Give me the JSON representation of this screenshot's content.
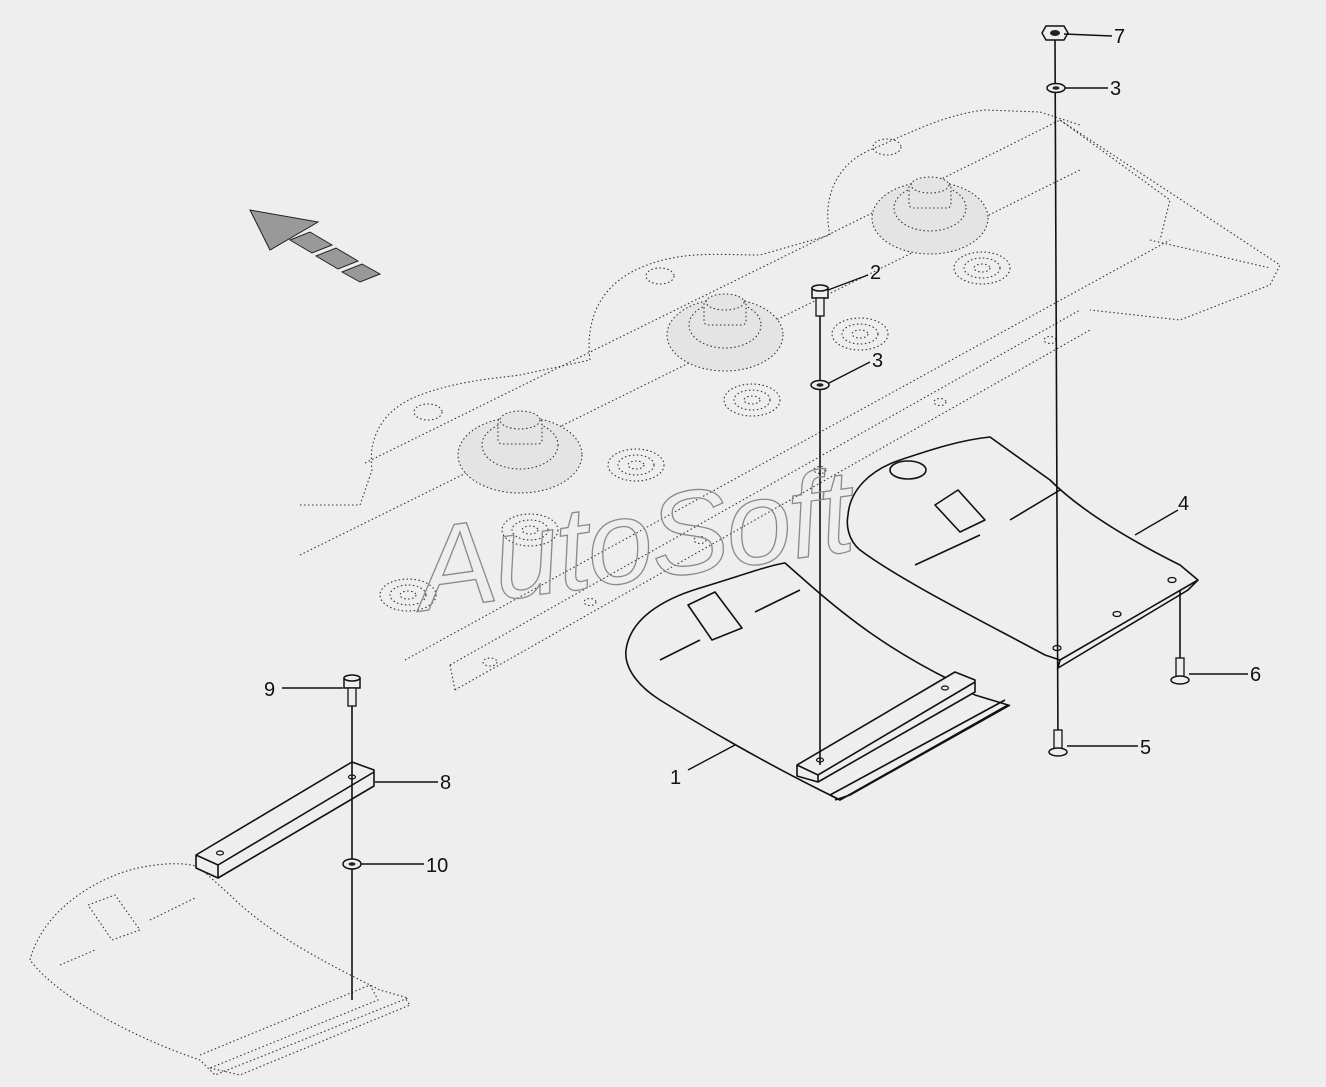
{
  "watermark": "AutoSoft",
  "callouts": [
    {
      "id": "7",
      "label": "7"
    },
    {
      "id": "3a",
      "label": "3"
    },
    {
      "id": "2",
      "label": "2"
    },
    {
      "id": "3b",
      "label": "3"
    },
    {
      "id": "4",
      "label": "4"
    },
    {
      "id": "6",
      "label": "6"
    },
    {
      "id": "5",
      "label": "5"
    },
    {
      "id": "1",
      "label": "1"
    },
    {
      "id": "9",
      "label": "9"
    },
    {
      "id": "8",
      "label": "8"
    },
    {
      "id": "10",
      "label": "10"
    }
  ]
}
